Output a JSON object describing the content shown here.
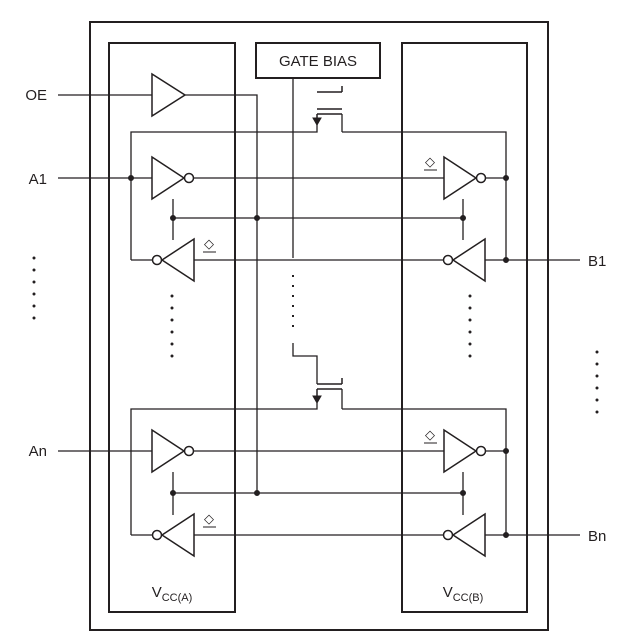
{
  "colors": {
    "ink": "#231f20",
    "background": "#ffffff"
  },
  "signals": {
    "oe": "OE",
    "a1": "A1",
    "an": "An",
    "b1": "B1",
    "bn": "Bn"
  },
  "gate_bias_label": "GATE BIAS",
  "vcc_a": {
    "main": "V",
    "sub": "CC(A)"
  },
  "vcc_b": {
    "main": "V",
    "sub": "CC(B)"
  },
  "diamond_symbol": "◇"
}
